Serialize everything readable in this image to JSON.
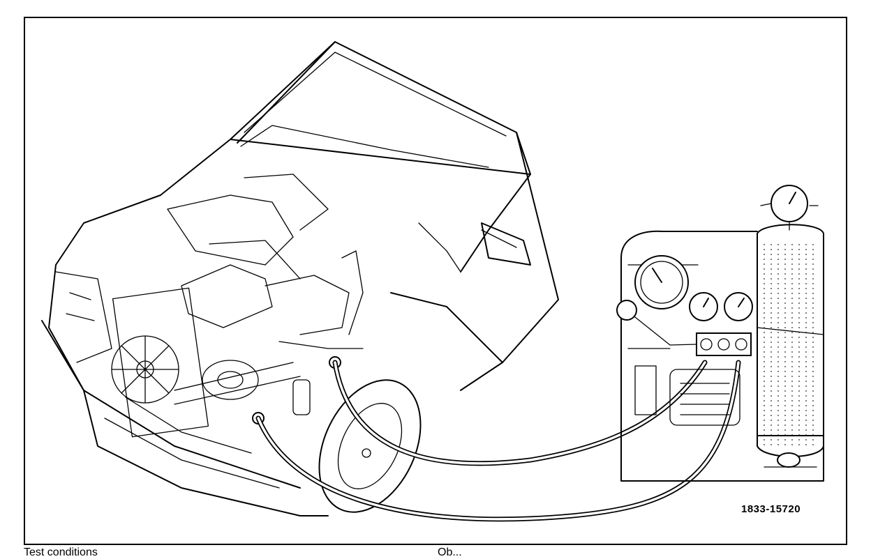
{
  "figure": {
    "number": "1833-15720",
    "footer_left": "Test conditions",
    "footer_mid": "Ob..."
  },
  "icons": [
    "car-hood-open-illustration",
    "ac-service-station-illustration",
    "pressure-gauge-icon",
    "refrigerant-cylinder-icon"
  ],
  "colors": {
    "ink": "#000000",
    "paper": "#ffffff"
  }
}
